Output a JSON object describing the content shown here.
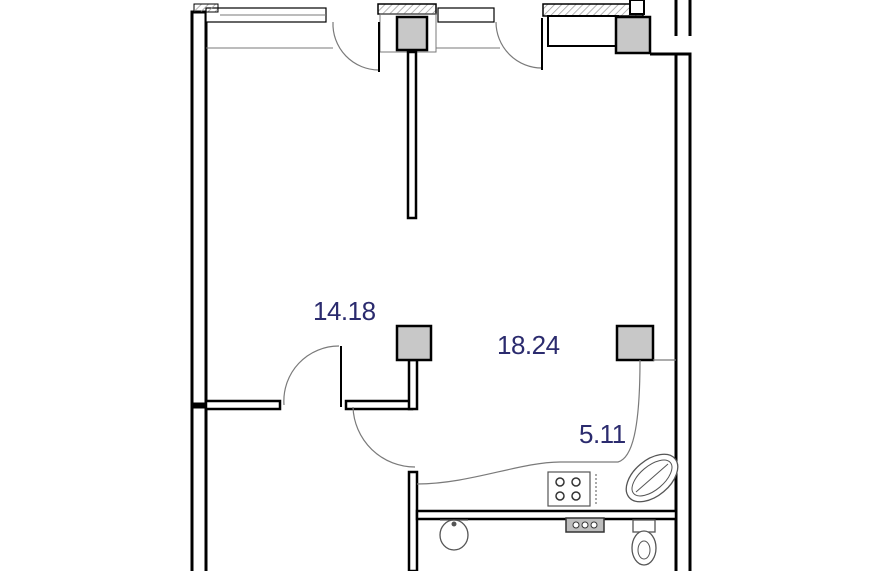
{
  "plan": {
    "colors": {
      "wall": "#000000",
      "column_fill": "#c8c8c8",
      "hatch": "#9a9a9a",
      "thin_line": "#7a7a7a",
      "label": "#2b2b6e",
      "background": "#ffffff"
    },
    "rooms": [
      {
        "area": "14.18"
      },
      {
        "area": "18.24"
      },
      {
        "area": "5.11"
      }
    ],
    "fixtures": [
      "stove-icon",
      "sink-icon",
      "washbasin-icon",
      "toilet-icon",
      "bathtub-icon",
      "radiator-icon"
    ]
  }
}
